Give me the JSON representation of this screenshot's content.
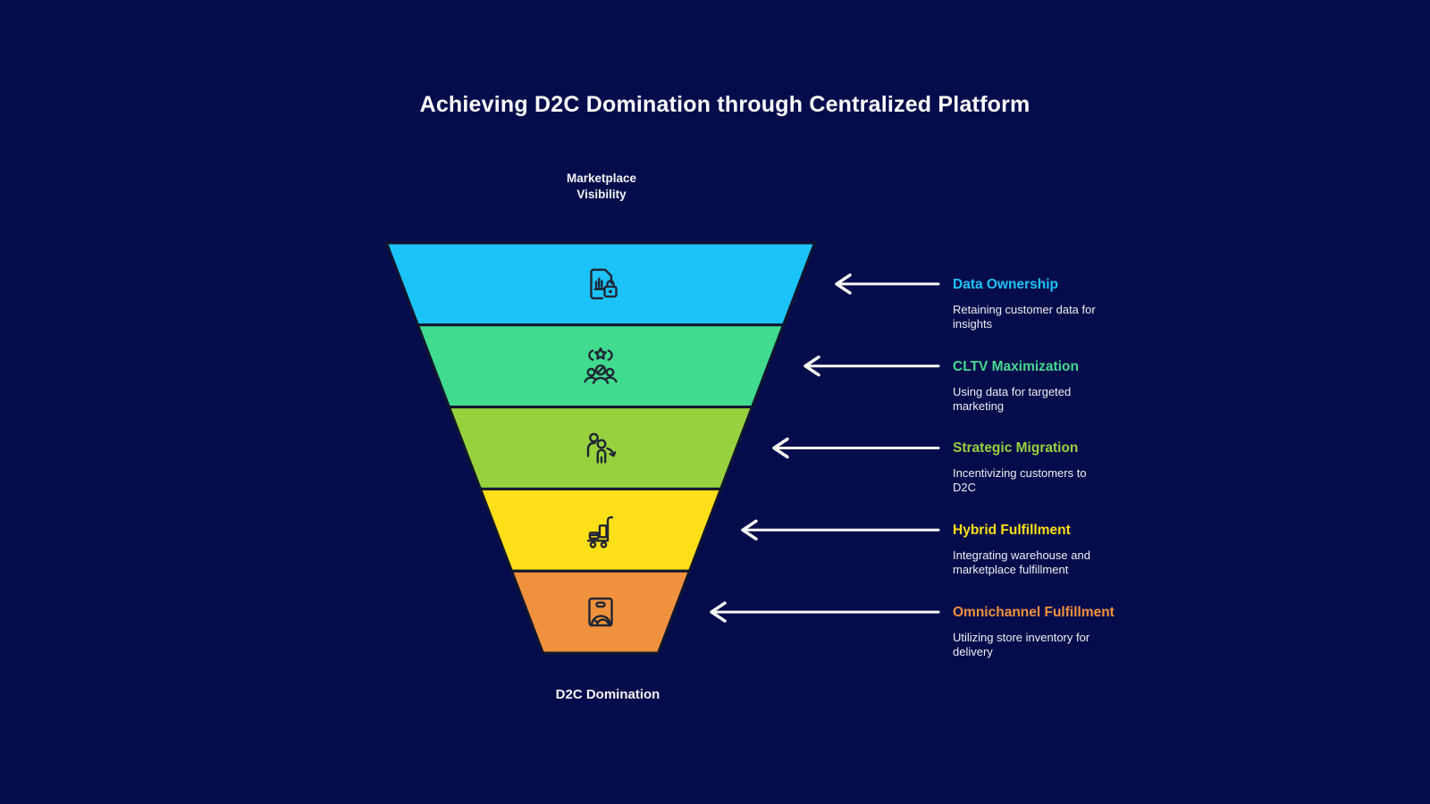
{
  "title": "Achieving D2C Domination through Centralized Platform",
  "funnel": {
    "top_label": "Marketplace Visibility",
    "bottom_label": "D2C Domination",
    "segments": [
      {
        "title": "Data Ownership",
        "description": "Retaining customer data for insights",
        "color": "#1CC3F8",
        "icon": "document-chart-lock-icon"
      },
      {
        "title": "CLTV Maximization",
        "description": "Using data for targeted marketing",
        "color": "#41DB90",
        "icon": "customer-loyalty-stars-icon"
      },
      {
        "title": "Strategic Migration",
        "description": "Incentivizing customers to D2C",
        "color": "#97D23E",
        "icon": "customer-migration-icon"
      },
      {
        "title": "Hybrid Fulfillment",
        "description": "Integrating warehouse and marketplace fulfillment",
        "color": "#FFDF17",
        "icon": "delivery-cart-icon"
      },
      {
        "title": "Omnichannel Fulfillment",
        "description": "Utilizing store inventory for delivery",
        "color": "#F0913D",
        "icon": "store-bag-icon"
      }
    ]
  },
  "colors": {
    "background": "#050C4B",
    "title_text": "#FFFFFF",
    "description_text": "#EFEFF2",
    "arrow": "#F7F7F7",
    "segment_outline": "#10162E",
    "icon_stroke": "#1F2533"
  }
}
